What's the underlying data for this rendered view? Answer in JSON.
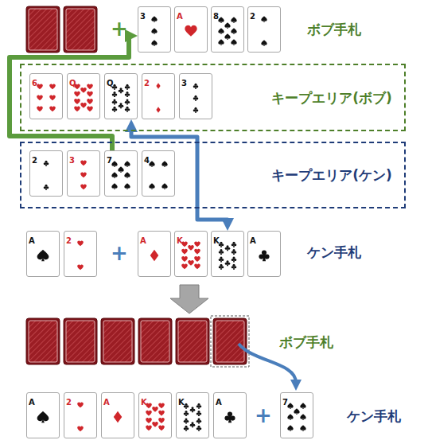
{
  "diagram": {
    "nodes": [
      {
        "text": [
          "3"
        ]
      },
      {
        "text": [
          "A"
        ]
      },
      {
        "text": [
          "8"
        ]
      },
      {
        "text": [
          "2"
        ]
      },
      {
        "text": [
          "キープエリア(ボブ)"
        ]
      },
      {
        "text": [
          "6"
        ],
        "in": 4
      },
      {
        "text": [
          "Q"
        ],
        "in": 4
      },
      {
        "text": [
          "Q"
        ],
        "in": 4
      },
      {
        "text": [
          "2"
        ],
        "in": 4
      },
      {
        "text": [
          "3"
        ],
        "in": 4
      },
      {
        "text": [
          "キープエリア(ケン)"
        ]
      },
      {
        "text": [
          "2"
        ],
        "in": 10
      },
      {
        "text": [
          "3"
        ],
        "in": 10
      },
      {
        "text": [
          "7"
        ],
        "in": 10
      },
      {
        "text": [
          "4"
        ],
        "in": 10
      },
      {
        "text": [
          "A"
        ]
      },
      {
        "text": [
          "2"
        ]
      },
      {
        "text": [
          "A"
        ]
      },
      {
        "text": [
          "K"
        ]
      },
      {
        "text": [
          "K"
        ]
      },
      {
        "text": [
          "A"
        ]
      },
      {
        "text": [
          "A"
        ]
      },
      {
        "text": [
          "2"
        ]
      },
      {
        "text": [
          "A"
        ]
      },
      {
        "text": [
          "K"
        ]
      },
      {
        "text": [
          "K"
        ]
      },
      {
        "text": [
          "A"
        ]
      },
      {
        "text": [
          "7"
        ]
      }
    ],
    "edges": [
      {
        "from": 13,
        "to": 0,
        "arrow": "to"
      },
      {
        "from": 7,
        "to": 19,
        "arrow": "both"
      }
    ],
    "labels": [
      "+",
      "ボブ手札",
      "+",
      "ケン手札",
      "ボブ手札",
      "+",
      "ケン手札"
    ]
  }
}
